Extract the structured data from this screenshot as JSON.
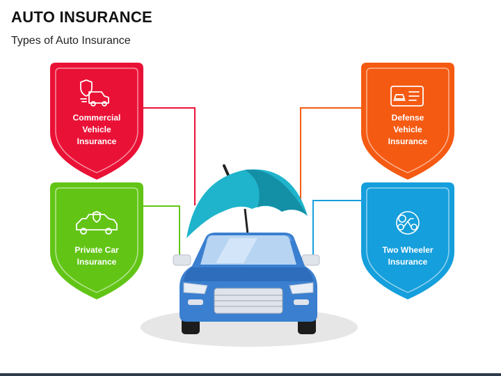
{
  "header": {
    "title": "AUTO INSURANCE",
    "subtitle": "Types of Auto Insurance"
  },
  "shields": [
    {
      "key": "commercial",
      "label": "Commercial Vehicle Insurance",
      "lines": [
        "Commercial",
        "Vehicle",
        "Insurance"
      ],
      "color": "#ea1136",
      "icon": "truck-shield-icon"
    },
    {
      "key": "private",
      "label": "Private Car Insurance",
      "lines": [
        "Private Car",
        "Insurance"
      ],
      "color": "#62c516",
      "icon": "car-shield-icon"
    },
    {
      "key": "defense",
      "label": "Defense Vehicle Insurance",
      "lines": [
        "Defense",
        "Vehicle",
        "Insurance"
      ],
      "color": "#f55a12",
      "icon": "id-card-icon"
    },
    {
      "key": "two-wheeler",
      "label": "Two Wheeler Insurance",
      "lines": [
        "Two Wheeler",
        "Insurance"
      ],
      "color": "#159fdc",
      "icon": "motorbike-icon"
    }
  ],
  "colors": {
    "car_body": "#3a7fd0",
    "umbrella": "#1fb4cc",
    "umbrella_dark": "#138fa6",
    "shadow": "#e6e6e6",
    "footer_bar": "#2f3b4c"
  }
}
